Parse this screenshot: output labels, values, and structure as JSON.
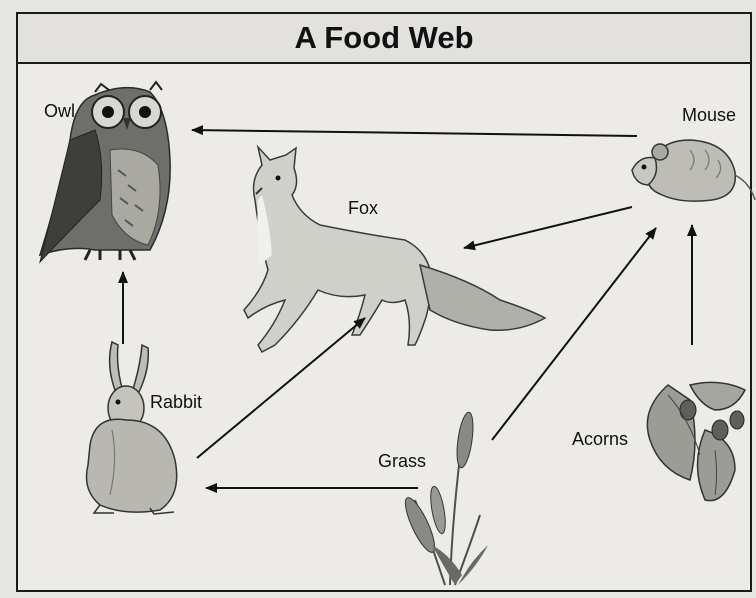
{
  "title": "A Food Web",
  "organisms": {
    "owl": "Owl",
    "mouse": "Mouse",
    "fox": "Fox",
    "rabbit": "Rabbit",
    "grass": "Grass",
    "acorns": "Acorns"
  },
  "arrows": [
    {
      "from": "mouse",
      "to": "owl"
    },
    {
      "from": "mouse",
      "to": "fox"
    },
    {
      "from": "rabbit",
      "to": "owl"
    },
    {
      "from": "rabbit",
      "to": "fox"
    },
    {
      "from": "grass",
      "to": "rabbit"
    },
    {
      "from": "grass",
      "to": "mouse"
    },
    {
      "from": "acorns",
      "to": "mouse"
    }
  ]
}
